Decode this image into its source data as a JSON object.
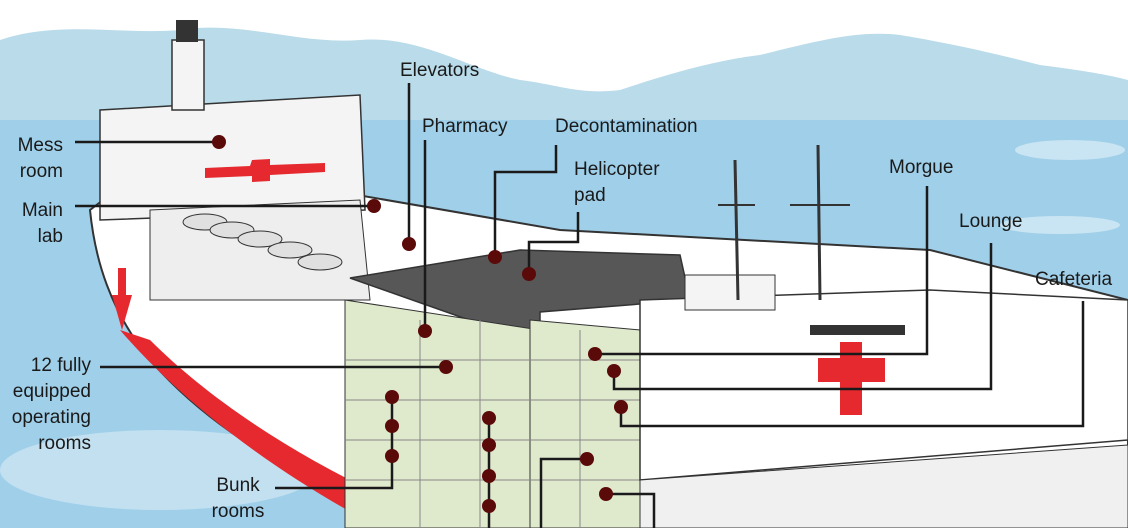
{
  "labels": {
    "mess_room": "Mess\nroom",
    "main_lab": "Main\nlab",
    "operating_rooms": "12 fully\nequipped\noperating\nrooms",
    "bunk_rooms": "Bunk\nrooms",
    "elevators": "Elevators",
    "pharmacy": "Pharmacy",
    "decontamination": "Decontamination",
    "helicopter_pad": "Helicopter\npad",
    "morgue": "Morgue",
    "lounge": "Lounge",
    "cafeteria": "Cafeteria"
  },
  "colors": {
    "sea": "#9fcfe9",
    "sky": "#ffffff",
    "mountains": "#b9dbea",
    "hull": "#ffffff",
    "hull_red": "#e5292e",
    "deck": "#575757",
    "rooms": "#dfe9cc",
    "marker": "#5b0a0a",
    "leader": "#1a1a1a",
    "outline": "#333333"
  },
  "icons": [
    "red-cross-icon",
    "location-marker-icon"
  ]
}
